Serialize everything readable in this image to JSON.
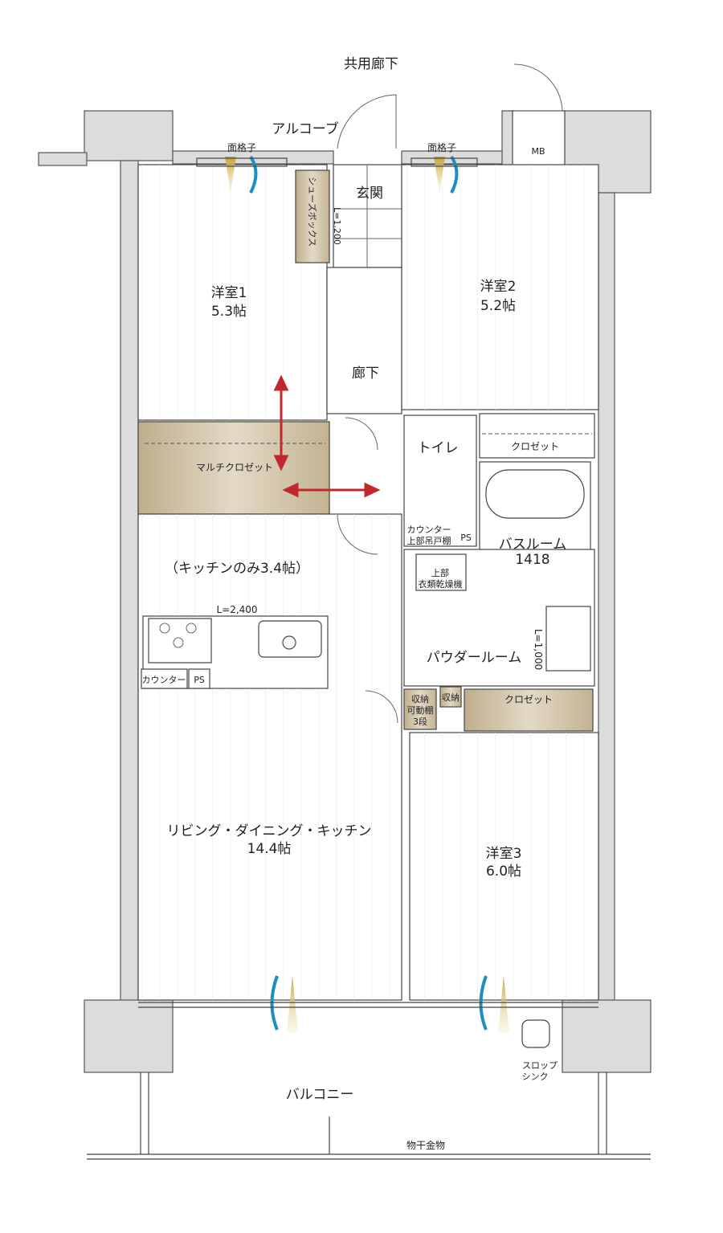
{
  "labels": {
    "common_corridor": "共用廊下",
    "alcove": "アルコーブ",
    "lattice_left": "面格子",
    "lattice_right": "面格子",
    "mb": "MB",
    "entrance": "玄関",
    "shoe_box": "シューズボックス",
    "shoe_box_length": "L=1,200",
    "room1_name": "洋室1",
    "room1_size": "5.3帖",
    "room2_name": "洋室2",
    "room2_size": "5.2帖",
    "hallway": "廊下",
    "multi_closet": "マルチクロゼット",
    "toilet": "トイレ",
    "closet_room2": "クロゼット",
    "counter_cabinet_1": "カウンター",
    "counter_cabinet_2": "上部吊戸棚",
    "ps_toilet": "PS",
    "bathroom_name": "バスルーム",
    "bathroom_size": "1418",
    "dryer_1": "上部",
    "dryer_2": "衣類乾燥機",
    "kitchen_only": "（キッチンのみ3.4帖）",
    "kitchen_length": "L=2,400",
    "kitchen_counter": "カウンター",
    "ps_kitchen": "PS",
    "powder_room": "パウダールーム",
    "vanity_length": "L=1,000",
    "storage_shelf_1": "収納",
    "storage_shelf_2": "可動棚",
    "storage_shelf_3": "3段",
    "storage_small": "収納",
    "closet_room3": "クロゼット",
    "ldk_name": "リビング・ダイニング・キッチン",
    "ldk_size": "14.4帖",
    "room3_name": "洋室3",
    "room3_size": "6.0帖",
    "slop_sink_1": "スロップ",
    "slop_sink_2": "シンク",
    "balcony": "バルコニー",
    "laundry_hanger": "物干金物"
  },
  "colors": {
    "wall": "#dcdcdc",
    "storage_tan": "#c9b99a",
    "arrow_red": "#c0282d",
    "light_gold": "#c9a23a",
    "wind_blue": "#1a8fc0"
  }
}
